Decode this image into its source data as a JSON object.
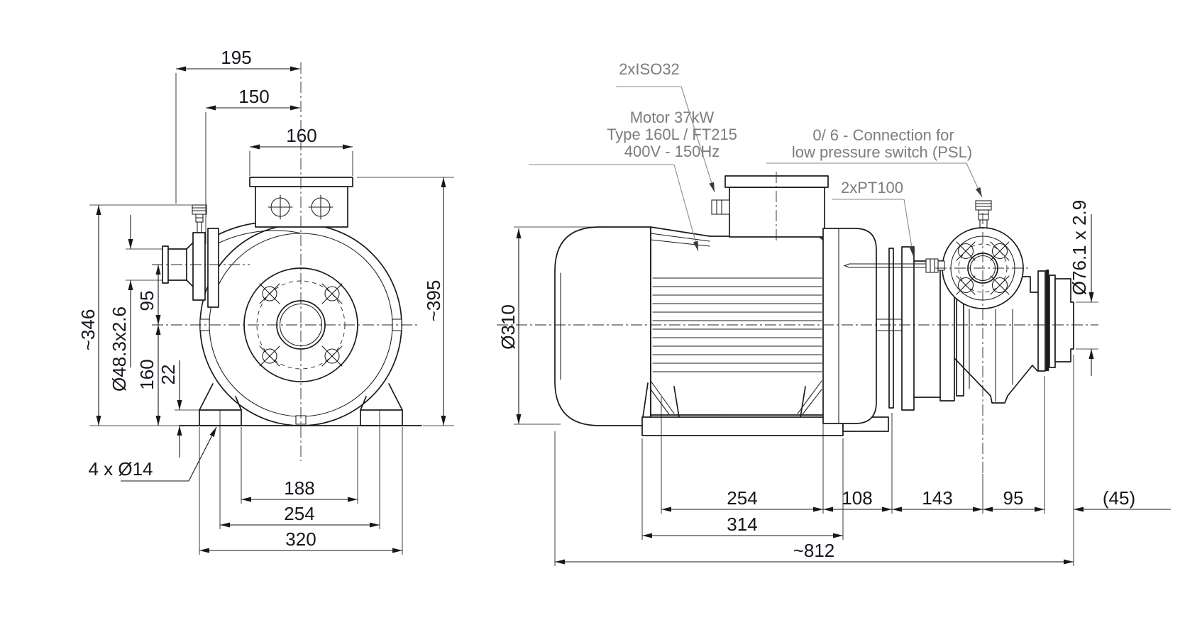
{
  "colors": {
    "background": "#ffffff",
    "line": "#1b1b1b",
    "dimension_text": "#16161e",
    "callout_text": "#7d7d7d"
  },
  "front_view": {
    "dims": {
      "width_top_outer": "195",
      "width_top_mid": "150",
      "width_terminal_box": "160",
      "height_overall": "~346",
      "height_total": "~395",
      "suction_pipe_od": "Ø48.3x2.6",
      "suction_height": "95",
      "shaft_height": "160",
      "foot_pad_height": "22",
      "foot_holes": "4 x Ø14",
      "foot_width_inner": "188",
      "foot_bolt_spacing": "254",
      "foot_width_outer": "320"
    }
  },
  "side_view": {
    "dims": {
      "motor_diameter": "Ø310",
      "motor_foot_spacing": "254",
      "length_motor_to_lantern": "108",
      "length_lantern": "143",
      "length_pump": "95",
      "length_pipe_end": "(45)",
      "baseplate_length": "314",
      "overall_length": "~812",
      "discharge_pipe_od": "Ø76.1 x 2.9"
    }
  },
  "callouts": {
    "cable_glands": "2xISO32",
    "motor_spec_line1": "Motor 37kW",
    "motor_spec_line2": "Type 160L / FT215",
    "motor_spec_line3": "400V - 150Hz",
    "psl_line1": "0/ 6 - Connection for",
    "psl_line2": "low pressure switch (PSL)",
    "temp_sensors": "2xPT100"
  }
}
